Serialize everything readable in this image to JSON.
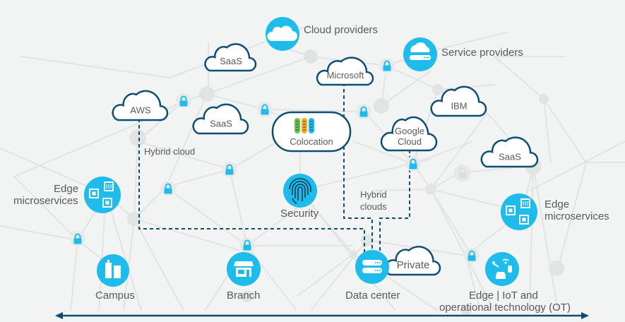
{
  "title": "Multicloud network diagram",
  "colors": {
    "background": "#f2f3f3",
    "accent": "#1ebcea",
    "cloud_outline": "#0f4e74",
    "dashed_line": "#0f4e74",
    "mesh": "#e2e3e3",
    "text": "#58595b",
    "arrow": "#0f4e74"
  },
  "clouds": [
    {
      "id": "saas-top",
      "label": "SaaS"
    },
    {
      "id": "microsoft",
      "label": "Microsoft"
    },
    {
      "id": "aws",
      "label": "AWS"
    },
    {
      "id": "saas-mid",
      "label": "SaaS"
    },
    {
      "id": "ibm",
      "label": "IBM"
    },
    {
      "id": "google",
      "label": "Google",
      "label2": "Cloud"
    },
    {
      "id": "saas-right",
      "label": "SaaS"
    },
    {
      "id": "private",
      "label": "Private"
    },
    {
      "id": "colocation",
      "label": "Colocation"
    }
  ],
  "nodes": {
    "cloud_providers": {
      "label": "Cloud providers",
      "icon": "cloud-icon"
    },
    "service_providers": {
      "label": "Service providers",
      "icon": "cloud-server-icon"
    },
    "security": {
      "label": "Security",
      "icon": "fingerprint-icon"
    },
    "edge_left": {
      "label1": "Edge",
      "label2": "microservices",
      "icon": "microservices-icon"
    },
    "edge_right": {
      "label1": "Edge",
      "label2": "microservices",
      "icon": "microservices-icon"
    },
    "campus": {
      "label": "Campus",
      "icon": "buildings-icon"
    },
    "branch": {
      "label": "Branch",
      "icon": "storefront-icon"
    },
    "data_center": {
      "label": "Data center",
      "icon": "server-icon"
    },
    "iot": {
      "label1": "Edge | IoT and",
      "label2": "operational technology (OT)",
      "icon": "iot-icon"
    }
  },
  "annotations": {
    "hybrid_cloud": "Hybrid cloud",
    "hybrid_clouds_1": "Hybrid",
    "hybrid_clouds_2": "clouds"
  }
}
